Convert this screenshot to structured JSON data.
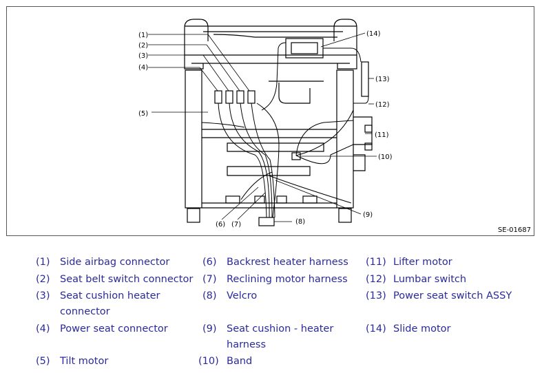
{
  "figure": {
    "id": "SE-01687",
    "callouts": [
      "(1)",
      "(2)",
      "(3)",
      "(4)",
      "(5)",
      "(6)",
      "(7)",
      "(8)",
      "(9)",
      "(10)",
      "(11)",
      "(12)",
      "(13)",
      "(14)"
    ]
  },
  "legend": [
    {
      "num": "(1)",
      "text": "Side airbag connector"
    },
    {
      "num": "(2)",
      "text": "Seat belt switch connector"
    },
    {
      "num": "(3)",
      "text": "Seat cushion heater connector"
    },
    {
      "num": "(4)",
      "text": "Power seat connector"
    },
    {
      "num": "(5)",
      "text": "Tilt motor"
    },
    {
      "num": "(6)",
      "text": "Backrest heater harness"
    },
    {
      "num": "(7)",
      "text": "Reclining motor harness"
    },
    {
      "num": "(8)",
      "text": "Velcro"
    },
    {
      "num": "(9)",
      "text": "Seat cushion - heater harness"
    },
    {
      "num": "(10)",
      "text": "Band"
    },
    {
      "num": "(11)",
      "text": "Lifter motor"
    },
    {
      "num": "(12)",
      "text": "Lumbar switch"
    },
    {
      "num": "(13)",
      "text": "Power seat switch ASSY"
    },
    {
      "num": "(14)",
      "text": "Slide motor"
    }
  ]
}
